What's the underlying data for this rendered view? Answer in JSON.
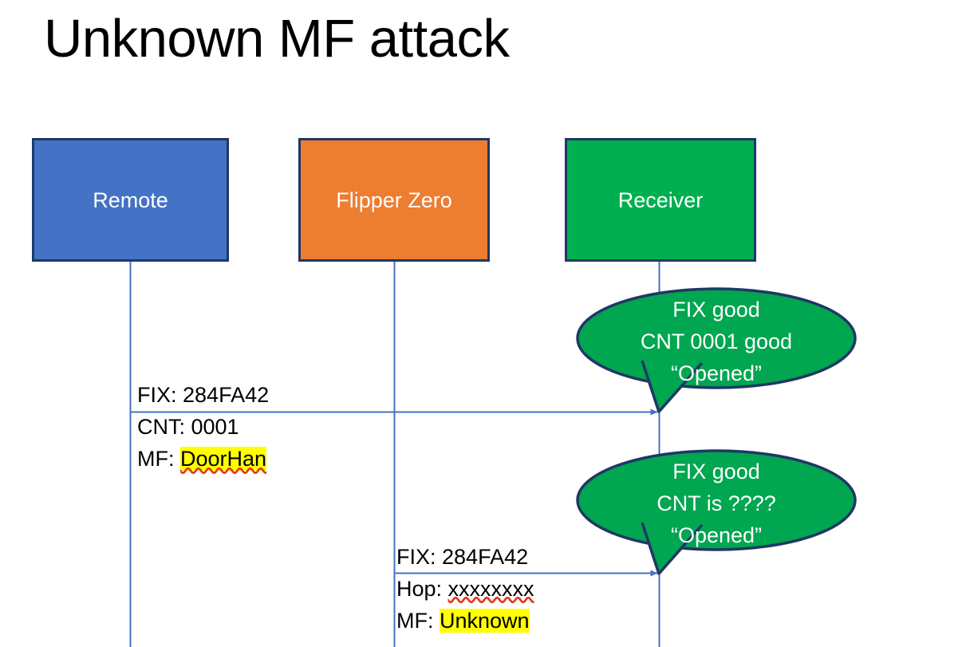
{
  "slide": {
    "title": "Unknown MF attack",
    "background_color": "#FFFFFF"
  },
  "colors": {
    "remote_fill": "#4472C4",
    "flipper_fill": "#ED7D31",
    "receiver_fill": "#00B050",
    "box_border": "#1F3864",
    "callout_fill": "#00A650",
    "callout_border": "#1F3864",
    "lifeline": "#4472C4",
    "arrow": "#4472C4",
    "highlight": "#FFFF00",
    "spellcheck_underline": "#E03A1E",
    "text_dark": "#000000",
    "text_light": "#FFFFFF"
  },
  "actors": [
    {
      "id": "remote",
      "label": "Remote",
      "fill": "#4472C4"
    },
    {
      "id": "flipper",
      "label": "Flipper Zero",
      "fill": "#ED7D31"
    },
    {
      "id": "receiver",
      "label": "Receiver",
      "fill": "#00B050"
    }
  ],
  "messages": [
    {
      "id": "message-1",
      "from": "remote",
      "to": "receiver",
      "lines": [
        {
          "label": "FIX: ",
          "value": "284FA42",
          "highlight": false,
          "spellcheck": false
        },
        {
          "label": "CNT: ",
          "value": "0001",
          "highlight": false,
          "spellcheck": false
        },
        {
          "label": "MF: ",
          "value": "DoorHan",
          "highlight": true,
          "spellcheck": true
        }
      ]
    },
    {
      "id": "message-2",
      "from": "flipper",
      "to": "receiver",
      "lines": [
        {
          "label": "FIX: ",
          "value": "284FA42",
          "highlight": false,
          "spellcheck": false
        },
        {
          "label": "Hop: ",
          "value": "xxxxxxxx",
          "highlight": false,
          "spellcheck": true
        },
        {
          "label": "MF: ",
          "value": "Unknown",
          "highlight": true,
          "spellcheck": false
        }
      ]
    }
  ],
  "callouts": [
    {
      "id": "callout-1",
      "attached_to": "message-1",
      "lines": [
        "FIX good",
        "CNT 0001 good",
        "“Opened”"
      ]
    },
    {
      "id": "callout-2",
      "attached_to": "message-2",
      "lines": [
        "FIX good",
        "CNT is ????",
        "“Opened”"
      ]
    }
  ]
}
